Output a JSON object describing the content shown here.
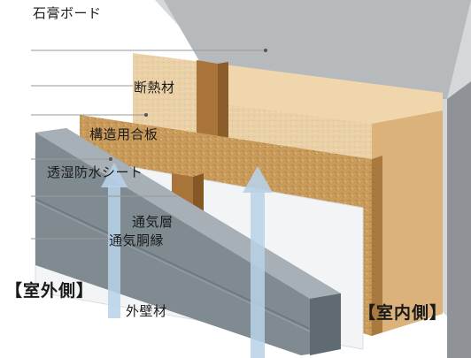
{
  "labels": {
    "gypsum_board": "石膏ボード",
    "insulation": "断熱材",
    "structural_plywood": "構造用合板",
    "breathable_sheet": "透湿防水シート",
    "air_layer": "通気層",
    "furring_strip": "通気胴縁",
    "exterior_wall": "外壁材",
    "outdoor_side": "【室外側】",
    "indoor_side": "【室内側】"
  },
  "colors": {
    "gypsum": "#8f9296",
    "insulation": "#e6c79a",
    "plywood": "#c79a58",
    "wood_stud": "#a8743a",
    "sheet": "#f2f4f6",
    "siding": "#7f8a91",
    "airflow_arrow": "#b8d2e8",
    "leader_line": "#9a9a9a"
  }
}
